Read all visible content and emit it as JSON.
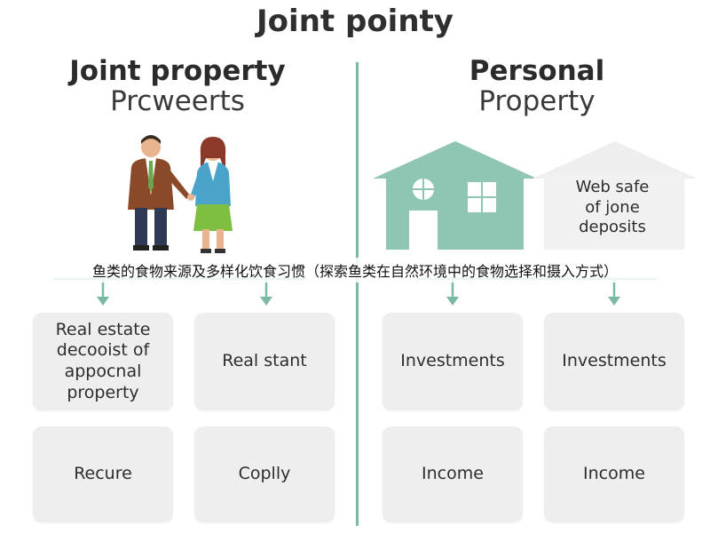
{
  "title": "Joint pointy",
  "left": {
    "heading": "Joint property",
    "subheading": "Prcweerts",
    "cards": [
      {
        "label": "Real estate\ndecooist of\nappocnal\nproperty"
      },
      {
        "label": "Real stant"
      },
      {
        "label": "Recure"
      },
      {
        "label": "Coplly"
      }
    ]
  },
  "right": {
    "heading": "Personal",
    "subheading": "Property",
    "house_label": "Web safe\nof jone\ndeposits",
    "cards": [
      {
        "label": "Investments"
      },
      {
        "label": "Investments"
      },
      {
        "label": "Income"
      },
      {
        "label": "Income"
      }
    ]
  },
  "caption": "鱼类的食物来源及多样化饮食习惯（探索鱼类在自然环境中的食物选择和摄入方式）",
  "colors": {
    "accent": "#7ab8a7",
    "house": "#8fc5b3",
    "card": "#eeeeee"
  }
}
